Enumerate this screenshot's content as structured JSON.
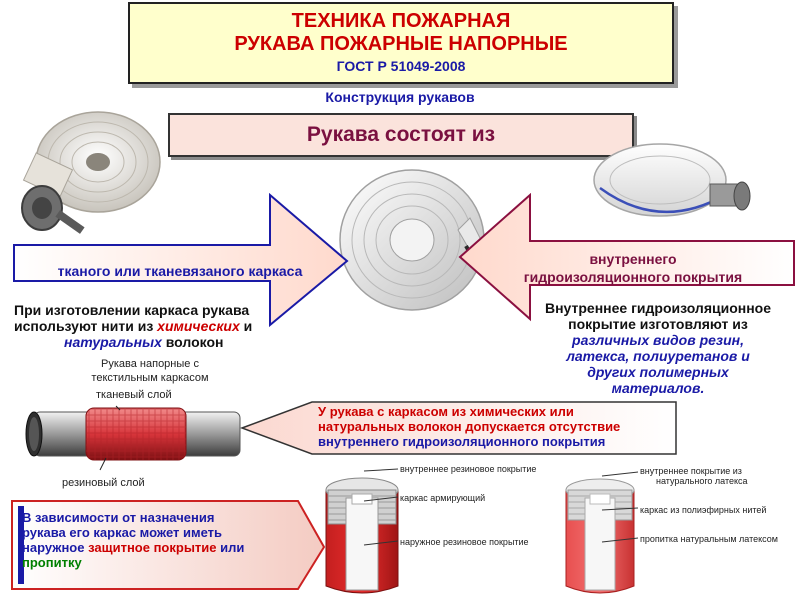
{
  "header": {
    "line1": "ТЕХНИКА ПОЖАРНАЯ",
    "line2": "РУКАВА ПОЖАРНЫЕ НАПОРНЫЕ",
    "line3": "ГОСТ Р 51049-2008"
  },
  "subtitle": "Конструкция рукавов",
  "consists_of": "Рукава состоят из",
  "left_arrow": {
    "label": "тканого или тканевязаного каркаса"
  },
  "right_arrow": {
    "line1": "внутреннего",
    "line2": "гидроизоляционного покрытия"
  },
  "left_text": {
    "line1": "При изготовлении каркаса рукава",
    "line2_a": "используют нити из ",
    "line2_b": "химических",
    "line2_c": " и",
    "line3_a": "натуральных",
    "line3_b": " волокон"
  },
  "right_text": {
    "line1": "Внутреннее гидроизоляционное",
    "line2": "покрытие изготовляют из",
    "line3": "различных видов резин,",
    "line4": "латекса, полиуретанов и",
    "line5": "других полимерных",
    "line6": "материалов."
  },
  "hose_diagram": {
    "caption_line1": "Рукава напорные с",
    "caption_line2": "текстильным каркасом",
    "fabric_layer": "тканевый слой",
    "rubber_layer": "резиновый слой"
  },
  "callout": {
    "line1": "У рукава с каркасом из химических или",
    "line2": "натуральных волокон допускается отсутствие",
    "line3": "внутреннего гидроизоляционного покрытия"
  },
  "bottom_left": {
    "line1": "В зависимости от назначения",
    "line2": "рукава его каркас может иметь",
    "line3_a": "наружное ",
    "line3_b": "защитное покрытие",
    "line3_c": " или",
    "line4": "пропитку"
  },
  "diagram1": {
    "label1": "внутреннее резиновое покрытие",
    "label2": "каркас армирующий",
    "label3": "наружное резиновое покрытие"
  },
  "diagram2": {
    "label1_line1": "внутреннее покрытие из",
    "label1_line2": "натурального латекса",
    "label2": "каркас из полиэфирных нитей",
    "label3": "пропитка натуральным латексом"
  },
  "colors": {
    "header_bg": "#ffffcc",
    "title_red": "#cc0000",
    "title_blue": "#1a1aa6",
    "arrow_left_border": "#1a1aa6",
    "arrow_right_border": "#8b1040",
    "hose_red": "#d8353b"
  }
}
